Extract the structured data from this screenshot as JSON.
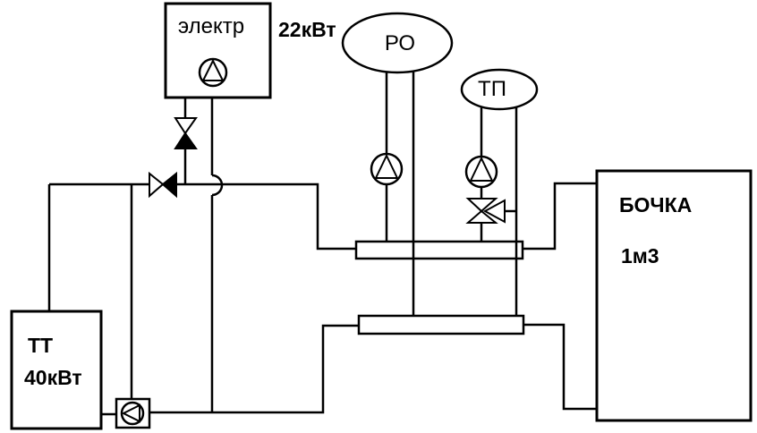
{
  "diagram": {
    "type": "heating-system-schematic",
    "colors": {
      "line": "#000000",
      "background": "#ffffff"
    },
    "electric_boiler": {
      "label": "электр",
      "power": "22кВт"
    },
    "solid_fuel_boiler": {
      "label": "ТТ",
      "power": "40кВт"
    },
    "buffer_tank": {
      "label": "БОЧКА",
      "volume": "1м3"
    },
    "radiator_circuit": {
      "label": "РО"
    },
    "floor_heating_circuit": {
      "label": "ТП"
    },
    "icons": {
      "pump": "circle-with-triangle",
      "shutoff_valve": "bowtie-two-triangles-half-filled",
      "three_way_valve": "bowtie-triangles-with-side-arrow",
      "pipe_crossing": "semicircular-line-hop"
    }
  }
}
